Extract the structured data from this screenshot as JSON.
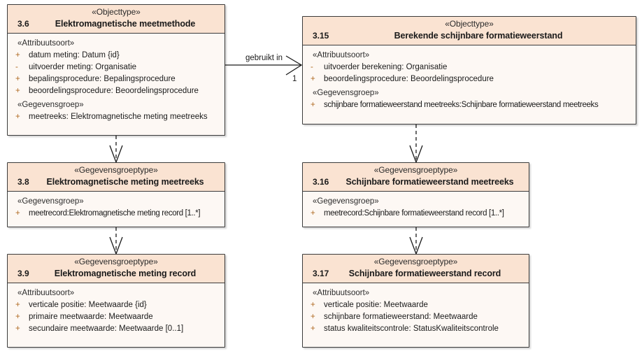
{
  "diagram": {
    "type": "uml-class-diagram",
    "title": "Elektromagnetische meetmethode / Berekende schijnbare formatieweerstand",
    "colors": {
      "header_fill": "#fae3d2",
      "body_fill": "#fdf8f4",
      "border": "#3b3b3b",
      "visibility_marker": "#b06a22",
      "text": "#1a1a1a",
      "background": "#ffffff"
    }
  },
  "classes": [
    {
      "id": "emm",
      "stereotype": "«Objecttype»",
      "number": "3.6",
      "name": "Elektromagnetische meetmethode",
      "compartments": [
        {
          "group": "«Attribuutsoort»",
          "features": [
            {
              "visibility": "+",
              "text": "datum meting: Datum {id}"
            },
            {
              "visibility": "-",
              "text": "uitvoerder meting: Organisatie"
            },
            {
              "visibility": "+",
              "text": "bepalingsprocedure: Bepalingsprocedure"
            },
            {
              "visibility": "+",
              "text": "beoordelingsprocedure: Beoordelingsprocedure"
            }
          ]
        },
        {
          "group": "«Gegevensgroep»",
          "features": [
            {
              "visibility": "+",
              "text": "meetreeks: Elektromagnetische meting meetreeks"
            }
          ]
        }
      ]
    },
    {
      "id": "bsf",
      "stereotype": "«Objecttype»",
      "number": "3.15",
      "name": "Berekende schijnbare formatieweerstand",
      "compartments": [
        {
          "group": "«Attribuutsoort»",
          "features": [
            {
              "visibility": "-",
              "text": "uitvoerder berekening: Organisatie"
            },
            {
              "visibility": "+",
              "text": "beoordelingsprocedure: Beoordelingsprocedure"
            }
          ]
        },
        {
          "group": "«Gegevensgroep»",
          "features": [
            {
              "visibility": "+",
              "text": "schijnbare formatieweerstand meetreeks:Schijnbare formatieweerstand meetreeks"
            }
          ]
        }
      ]
    },
    {
      "id": "emm-meetreeks",
      "stereotype": "«Gegevensgroeptype»",
      "number": "3.8",
      "name": "Elektromagnetische meting meetreeks",
      "compartments": [
        {
          "group": "«Gegevensgroep»",
          "features": [
            {
              "visibility": "+",
              "text": "meetrecord:Elektromagnetische meting record [1..*]"
            }
          ]
        }
      ]
    },
    {
      "id": "sfw-meetreeks",
      "stereotype": "«Gegevensgroeptype»",
      "number": "3.16",
      "name": "Schijnbare formatieweerstand meetreeks",
      "compartments": [
        {
          "group": "«Gegevensgroep»",
          "features": [
            {
              "visibility": "+",
              "text": "meetrecord:Schijnbare formatieweerstand record [1..*]"
            }
          ]
        }
      ]
    },
    {
      "id": "emm-record",
      "stereotype": "«Gegevensgroeptype»",
      "number": "3.9",
      "name": "Elektromagnetische meting record",
      "compartments": [
        {
          "group": "«Attribuutsoort»",
          "features": [
            {
              "visibility": "+",
              "text": "verticale positie: Meetwaarde {id}"
            },
            {
              "visibility": "+",
              "text": "primaire meetwaarde: Meetwaarde"
            },
            {
              "visibility": "+",
              "text": "secundaire meetwaarde: Meetwaarde [0..1]"
            }
          ]
        }
      ]
    },
    {
      "id": "sfw-record",
      "stereotype": "«Gegevensgroeptype»",
      "number": "3.17",
      "name": "Schijnbare formatieweerstand record",
      "compartments": [
        {
          "group": "«Attribuutsoort»",
          "features": [
            {
              "visibility": "+",
              "text": "verticale positie: Meetwaarde"
            },
            {
              "visibility": "+",
              "text": "schijnbare formatieweerstand: Meetwaarde"
            },
            {
              "visibility": "+",
              "text": "status kwaliteitscontrole: StatusKwaliteitscontrole"
            }
          ]
        }
      ]
    }
  ],
  "connectors": [
    {
      "id": "assoc-gebruikt-in",
      "kind": "association",
      "label": "gebruikt in",
      "target_multiplicity": "1",
      "from": "emm",
      "to": "bsf"
    },
    {
      "id": "dep-emm-to-meetreeks",
      "kind": "dependency",
      "from": "emm",
      "to": "emm-meetreeks"
    },
    {
      "id": "dep-meetreeks-to-record",
      "kind": "dependency",
      "from": "emm-meetreeks",
      "to": "emm-record"
    },
    {
      "id": "dep-bsf-to-meetreeks",
      "kind": "dependency",
      "from": "bsf",
      "to": "sfw-meetreeks"
    },
    {
      "id": "dep-sfw-meetreeks-to-record",
      "kind": "dependency",
      "from": "sfw-meetreeks",
      "to": "sfw-record"
    }
  ]
}
